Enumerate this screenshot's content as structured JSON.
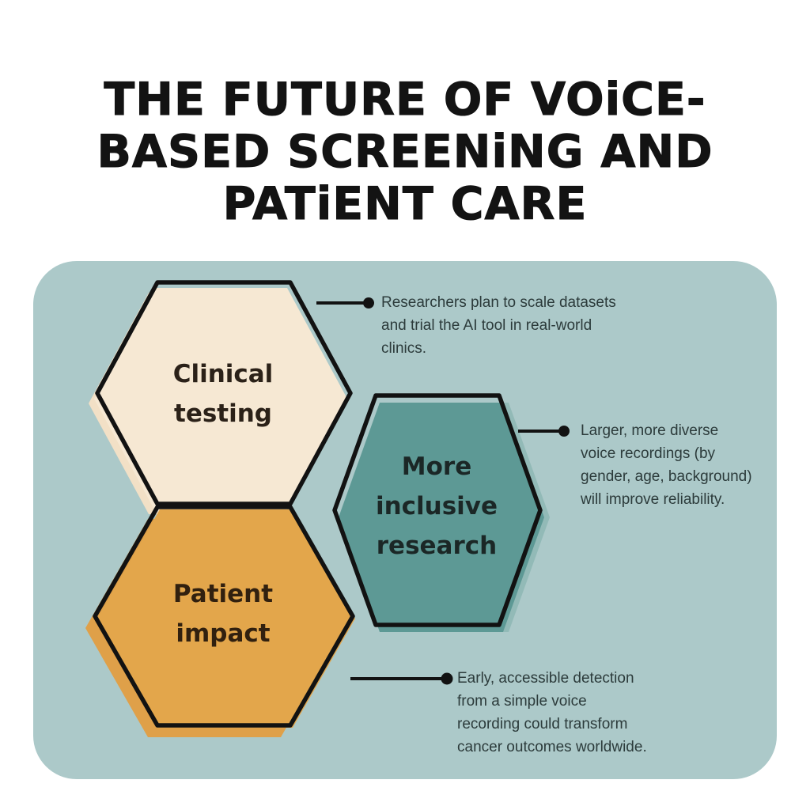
{
  "title": {
    "text": "THE FUTURE OF VOiCE-\nBASED SCREENiNG AND\nPATiENT CARE",
    "color": "#131313"
  },
  "panel": {
    "background": "#ACC9C9"
  },
  "theme": {
    "page_background": "#FFFFFF",
    "outline": "#121212",
    "note_text": "#2C3B3B"
  },
  "hexagons": [
    {
      "id": "clinical-testing",
      "label": "Clinical\ntesting",
      "fill": "#F6E8D3",
      "shadow": "#F2E0C6",
      "label_color": "#2B2118"
    },
    {
      "id": "more-inclusive-research",
      "label": "More\ninclusive\nresearch",
      "fill": "#5D9995",
      "shadow": "#92BAB7",
      "label_color": "#1B2726"
    },
    {
      "id": "patient-impact",
      "label": "Patient\nimpact",
      "fill": "#E3A64B",
      "shadow": "#DFA049",
      "label_color": "#31200F"
    }
  ],
  "annotations": [
    {
      "id": "clinical-testing-note",
      "text": "Researchers plan to scale datasets\nand trial the AI tool in real-world\nclinics."
    },
    {
      "id": "more-inclusive-research-note",
      "text": "Larger, more diverse\nvoice recordings (by\ngender, age, background)\nwill improve reliability."
    },
    {
      "id": "patient-impact-note",
      "text": " Early, accessible detection\nfrom a simple voice\nrecording could transform\ncancer outcomes worldwide."
    }
  ]
}
